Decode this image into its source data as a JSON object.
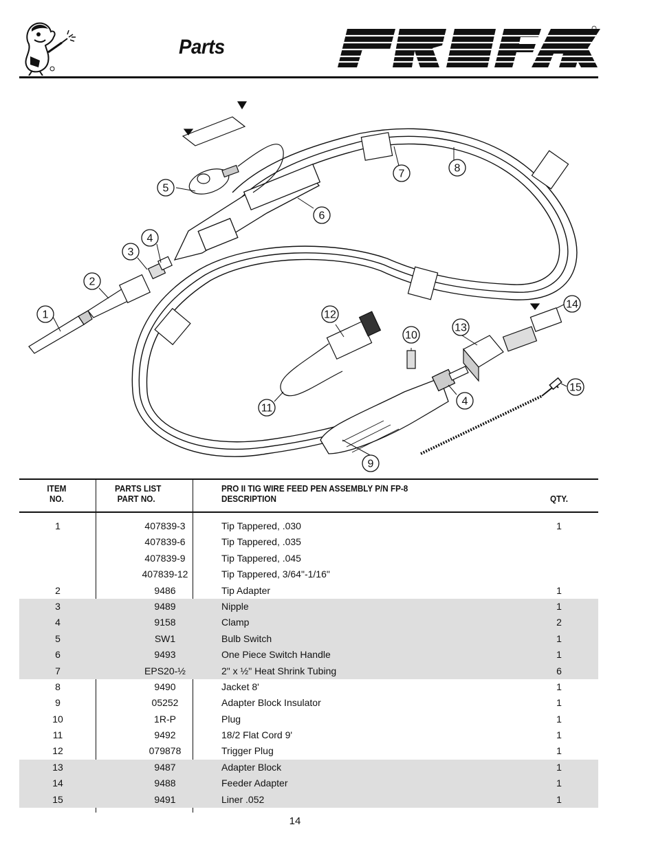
{
  "header": {
    "title": "Parts",
    "brand": "PROFAX",
    "mascot": "welder-mascot-icon"
  },
  "diagram": {
    "callouts": [
      "1",
      "2",
      "3",
      "4",
      "5",
      "6",
      "7",
      "8",
      "9",
      "10",
      "11",
      "12",
      "13",
      "14",
      "4",
      "15"
    ]
  },
  "table": {
    "headers": {
      "item": [
        "ITEM",
        "NO."
      ],
      "part": [
        "PARTS LIST",
        "PART NO."
      ],
      "desc_line1": "PRO II  TIG WIRE FEED PEN ASSEMBLY P/N FP-8",
      "desc_line2": "DESCRIPTION",
      "qty": "QTY."
    },
    "rows": [
      {
        "item": "1",
        "part": "407839-3",
        "desc": "Tip Tappered, .030",
        "qty": "1"
      },
      {
        "item": "",
        "part": "407839-6",
        "desc": "Tip Tappered, .035",
        "qty": ""
      },
      {
        "item": "",
        "part": "407839-9",
        "desc": "Tip Tappered, .045",
        "qty": ""
      },
      {
        "item": "",
        "part": "407839-12",
        "desc": "Tip Tappered, 3/64\"-1/16\"",
        "qty": ""
      },
      {
        "item": "2",
        "part": "9486",
        "desc": "Tip Adapter",
        "qty": "1"
      },
      {
        "item": "3",
        "part": "9489",
        "desc": "Nipple",
        "qty": "1"
      },
      {
        "item": "4",
        "part": "9158",
        "desc": "Clamp",
        "qty": "2"
      },
      {
        "item": "5",
        "part": "SW1",
        "desc": "Bulb Switch",
        "qty": "1"
      },
      {
        "item": "6",
        "part": "9493",
        "desc": "One Piece Switch Handle",
        "qty": "1"
      },
      {
        "item": "7",
        "part": "EPS20-½",
        "desc": "2\" x ½\" Heat Shrink Tubing",
        "qty": "6"
      },
      {
        "item": "8",
        "part": "9490",
        "desc": "Jacket 8'",
        "qty": "1"
      },
      {
        "item": "9",
        "part": "05252",
        "desc": "Adapter Block Insulator",
        "qty": "1"
      },
      {
        "item": "10",
        "part": "1R-P",
        "desc": "Plug",
        "qty": "1"
      },
      {
        "item": "11",
        "part": "9492",
        "desc": "18/2 Flat Cord 9'",
        "qty": "1"
      },
      {
        "item": "12",
        "part": "079878",
        "desc": "Trigger Plug",
        "qty": "1"
      },
      {
        "item": "13",
        "part": "9487",
        "desc": "Adapter Block",
        "qty": "1"
      },
      {
        "item": "14",
        "part": "9488",
        "desc": "Feeder Adapter",
        "qty": "1"
      },
      {
        "item": "15",
        "part": "9491",
        "desc": "Liner .052",
        "qty": "1"
      }
    ]
  },
  "page_number": "14"
}
